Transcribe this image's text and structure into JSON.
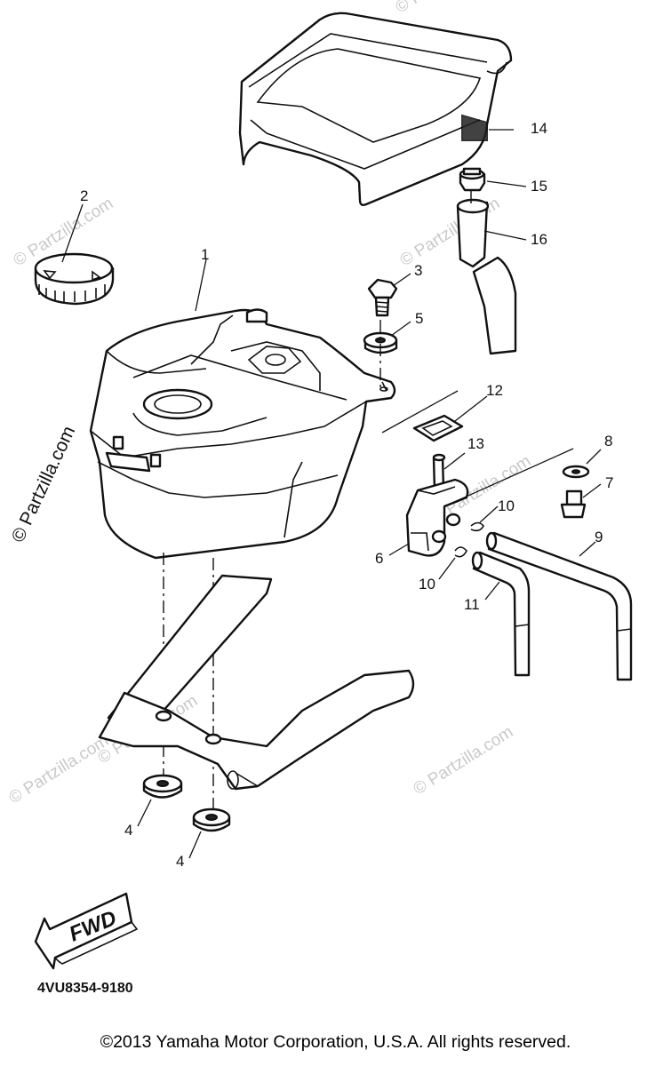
{
  "diagram": {
    "callouts": [
      "1",
      "2",
      "3",
      "4",
      "4",
      "5",
      "6",
      "7",
      "8",
      "9",
      "10",
      "10",
      "11",
      "12",
      "13",
      "14",
      "15",
      "16"
    ],
    "fwd_label": "FWD",
    "drawing_code": "4VU8354-9180",
    "watermarks": [
      "© Partzilla.com",
      "© Partzilla.com",
      "© Partzilla.com",
      "© Partzilla.com",
      "© Partzilla.com",
      "© Partzilla.com",
      "© Partzilla.com",
      "© Partzilla.com"
    ]
  },
  "copyright": "©2013 Yamaha Motor Corporation, U.S.A. All rights reserved."
}
